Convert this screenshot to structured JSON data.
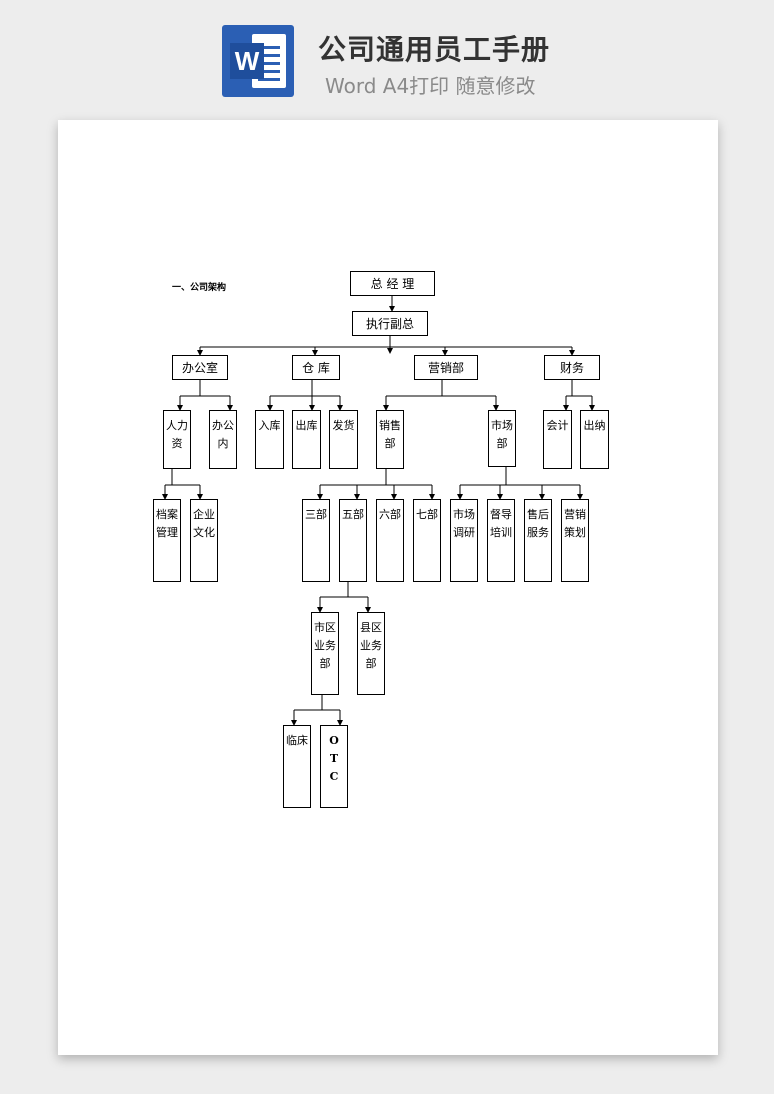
{
  "header": {
    "title": "公司通用员工手册",
    "subtitle": "Word A4打印 随意修改",
    "icon_letter": "W"
  },
  "doc": {
    "section_label": "一、公司架构"
  },
  "org": {
    "gm": "总 经 理",
    "exec_vp": "执行副总",
    "office": "办公室",
    "warehouse": "仓 库",
    "marketing": "营销部",
    "finance": "财务",
    "hr": "人力资",
    "office_int": "办公内",
    "inbound": "入库",
    "outbound": "出库",
    "shipping": "发货",
    "sales_dept": "销售部",
    "market_dept": "市场部",
    "accounting": "会计",
    "cashier": "出纳",
    "archives": "档案管理",
    "culture": "企业文化",
    "dept3": "三部",
    "dept5": "五部",
    "dept6": "六部",
    "dept7": "七部",
    "research": "市场调研",
    "training": "督导培训",
    "after_sales": "售后服务",
    "planning": "营销策划",
    "city_sales": "市区业务部",
    "county_sales": "县区业务部",
    "clinical": "临床",
    "otc": "OTC"
  }
}
